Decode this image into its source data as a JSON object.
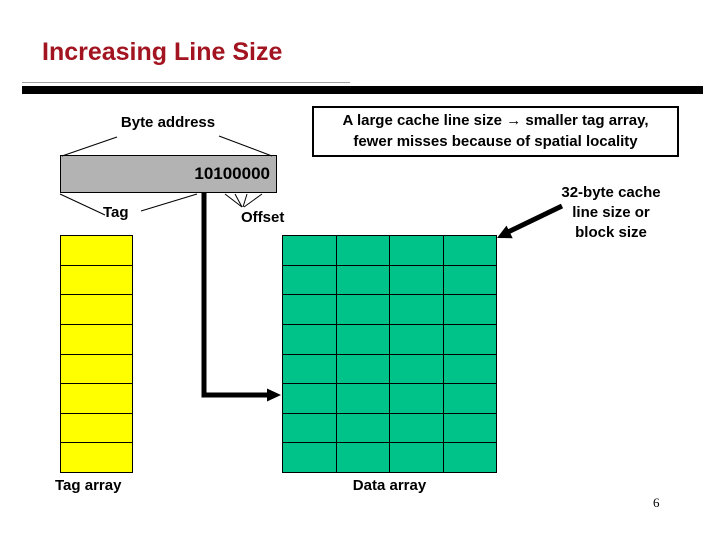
{
  "slide": {
    "title": "Increasing Line Size",
    "title_color": "#A21420",
    "page_number": "6"
  },
  "address": {
    "label": "Byte address",
    "value": "10100000",
    "tag_label": "Tag",
    "offset_label": "Offset",
    "box_color": "#B3B3B3"
  },
  "note_box": {
    "line1": "A large cache line size → smaller tag array,",
    "line2": "fewer misses because of spatial locality"
  },
  "block_note": {
    "line1": "32-byte cache",
    "line2": "line size or",
    "line3": "block size"
  },
  "tag_array": {
    "label": "Tag array",
    "rows": 8,
    "color": "#FFFF00"
  },
  "data_array": {
    "label": "Data array",
    "rows": 8,
    "cols": 4,
    "color": "#00C389"
  }
}
